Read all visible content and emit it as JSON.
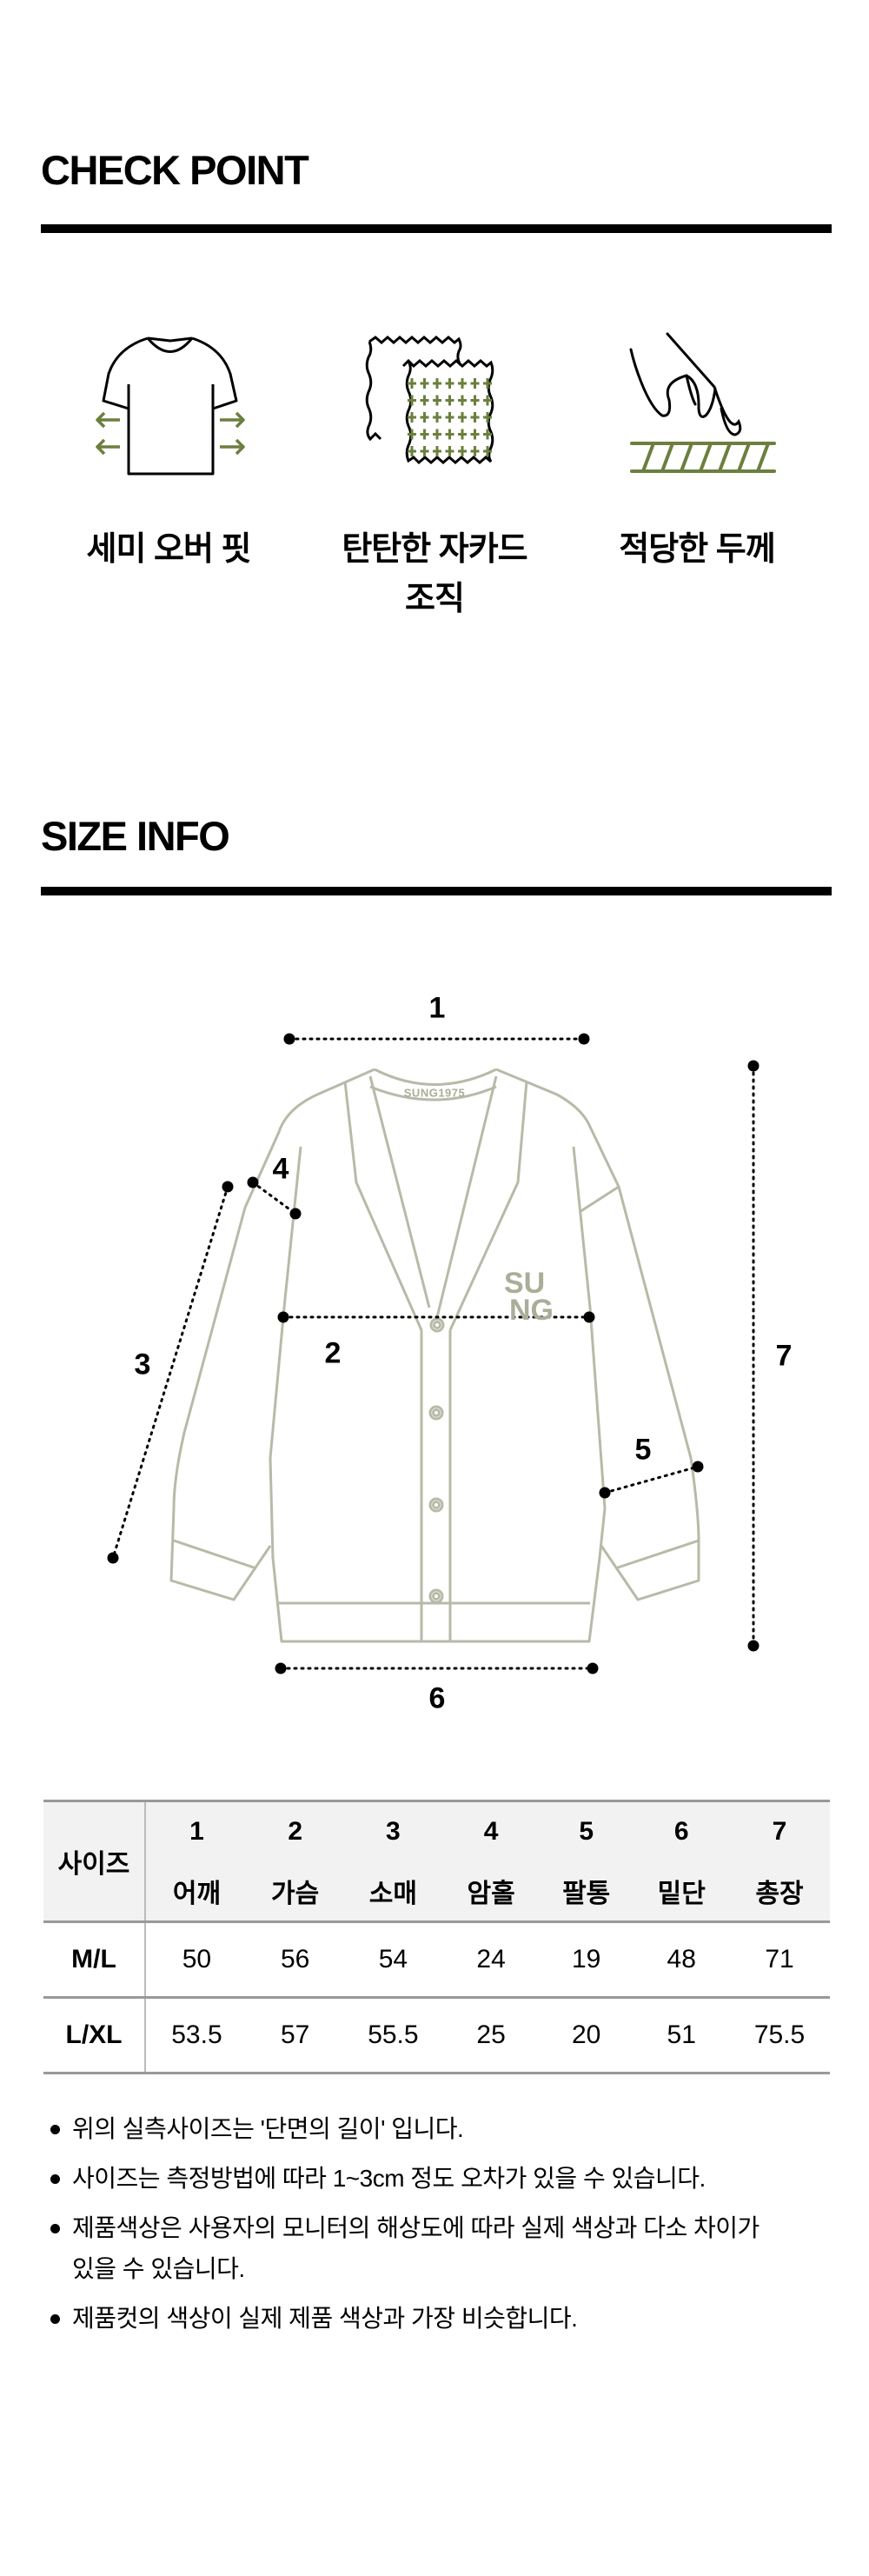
{
  "check_point": {
    "title": "CHECK POINT",
    "features": [
      {
        "icon": "tshirt-fit-icon",
        "label": "세미 오버 핏"
      },
      {
        "icon": "jacquard-fabric-icon",
        "label_line1": "탄탄한 자카드",
        "label_line2": "조직"
      },
      {
        "icon": "hand-thickness-icon",
        "label": "적당한 두께"
      }
    ]
  },
  "size_info": {
    "title": "SIZE INFO",
    "diagram": {
      "neck_label": "SUNG1975",
      "chest_logo": "SUNG",
      "measure_labels": [
        "1",
        "2",
        "3",
        "4",
        "5",
        "6",
        "7"
      ]
    },
    "table": {
      "header_label": "사이즈",
      "columns": [
        {
          "num": "1",
          "name": "어깨"
        },
        {
          "num": "2",
          "name": "가슴"
        },
        {
          "num": "3",
          "name": "소매"
        },
        {
          "num": "4",
          "name": "암홀"
        },
        {
          "num": "5",
          "name": "팔통"
        },
        {
          "num": "6",
          "name": "밑단"
        },
        {
          "num": "7",
          "name": "총장"
        }
      ],
      "rows": [
        {
          "size": "M/L",
          "values": [
            "50",
            "56",
            "54",
            "24",
            "19",
            "48",
            "71"
          ]
        },
        {
          "size": "L/XL",
          "values": [
            "53.5",
            "57",
            "55.5",
            "25",
            "20",
            "51",
            "75.5"
          ]
        }
      ]
    },
    "notes": [
      "위의 실측사이즈는 '단면의 길이' 입니다.",
      "사이즈는 측정방법에 따라 1~3cm 정도 오차가 있을 수 있습니다.",
      "제품색상은 사용자의 모니터의 해상도에 따라 실제 색상과 다소 차이가 있을 수 있습니다.",
      "제품컷의 색상이 실제 제품 색상과 가장 비슷합니다."
    ]
  },
  "colors": {
    "accent_green": "#6b7f3e",
    "garment_line": "#b7baa8",
    "text": "#000000"
  }
}
